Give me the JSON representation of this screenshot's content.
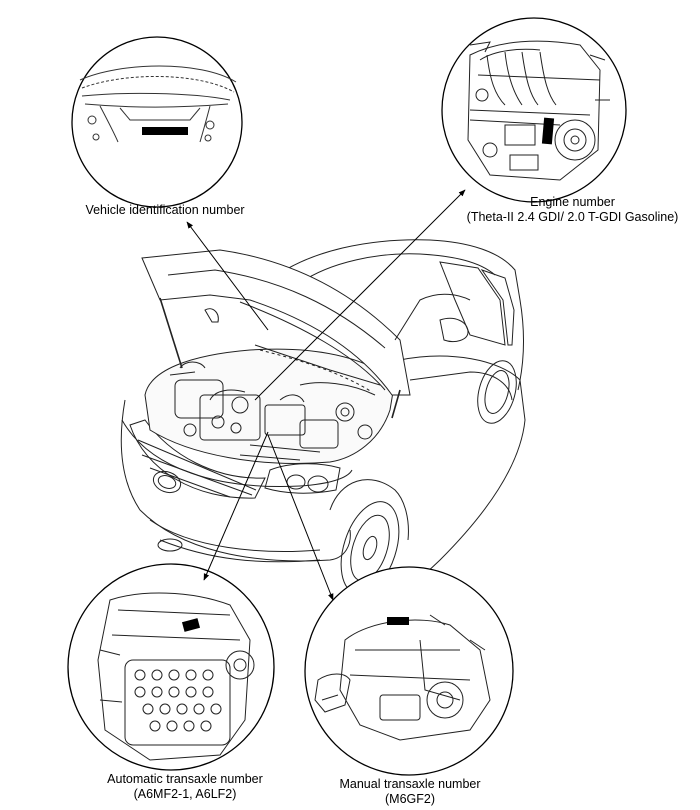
{
  "labels": {
    "vehicle_id": "Vehicle identification number",
    "engine_line1": "Engine number",
    "engine_line2": "(Theta-II 2.4 GDI/ 2.0 T-GDI Gasoline)",
    "auto_line1": "Automatic transaxle number",
    "auto_line2": "(A6MF2-1, A6LF2)",
    "manual_line1": "Manual transaxle number",
    "manual_line2": "(M6GF2)"
  }
}
